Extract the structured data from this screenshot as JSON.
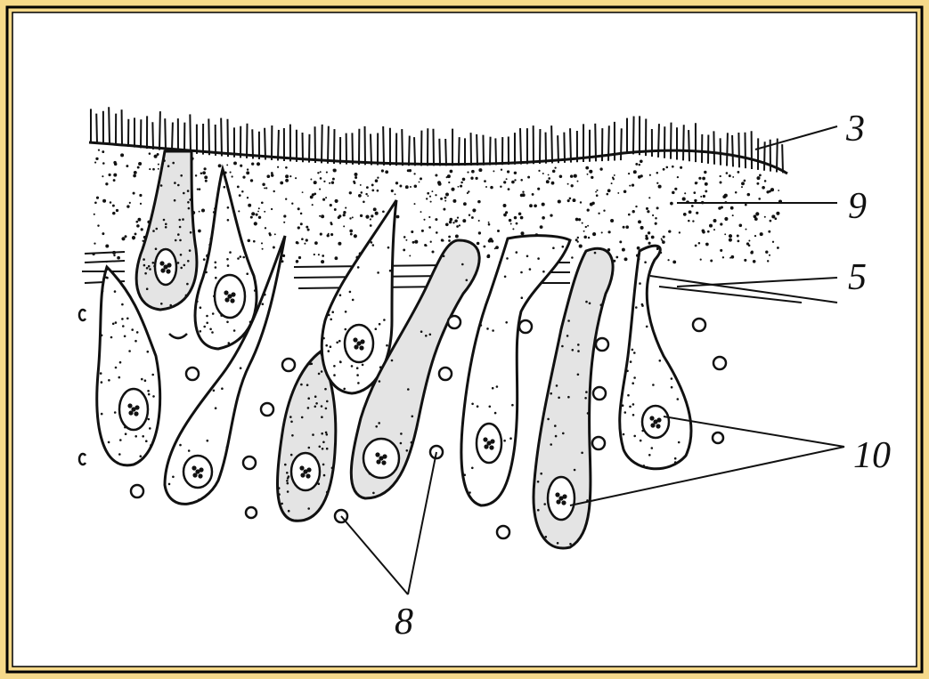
{
  "diagram": {
    "labels": {
      "cilia": "3",
      "mucus": "9",
      "membrane": "5",
      "dots": "8",
      "nuclei": "10"
    },
    "colors": {
      "frame_outer": "#f5d98a",
      "frame_border": "#000000",
      "canvas": "#ffffff",
      "ink": "#111111",
      "shaded_cell": "#e4e4e4"
    }
  }
}
